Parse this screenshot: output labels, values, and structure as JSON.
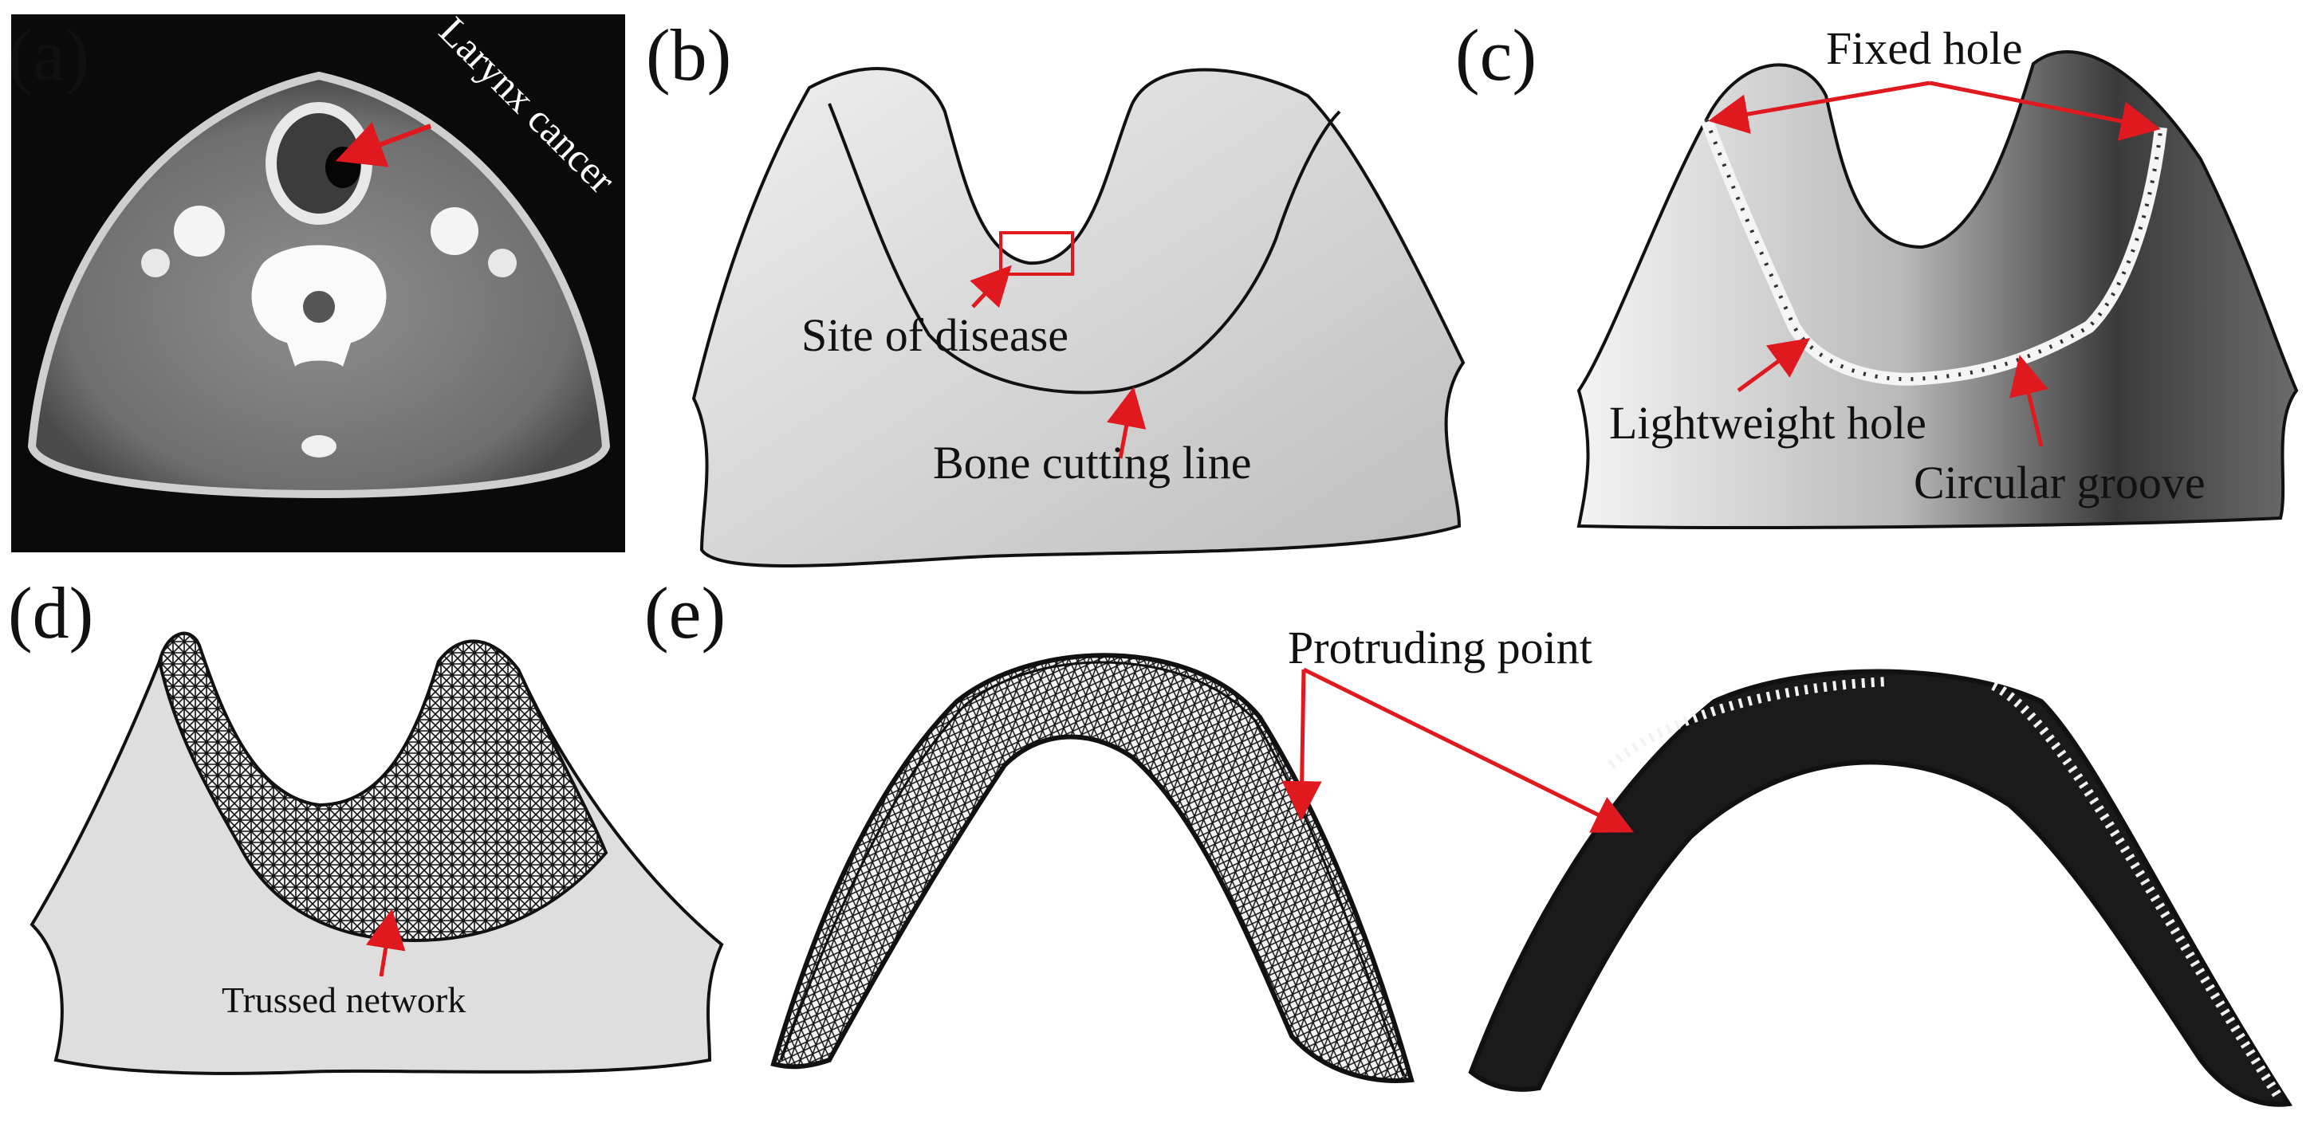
{
  "panels": {
    "a": {
      "letter": "(a)",
      "label": "Larynx cancer"
    },
    "b": {
      "letter": "(b)",
      "site_label": "Site of disease",
      "cut_label": "Bone cutting line"
    },
    "c": {
      "letter": "(c)",
      "fixed_label": "Fixed hole",
      "light_label": "Lightweight hole",
      "groove_label": "Circular groove"
    },
    "d": {
      "letter": "(d)",
      "truss_label": "Trussed network"
    },
    "e": {
      "letter": "(e)",
      "protrude_label": "Protruding point"
    }
  },
  "colors": {
    "annotation": "#e0191e",
    "ct_background": "#0a0a0a",
    "implant_light": "#dcdcdc",
    "truss": "#111111"
  }
}
